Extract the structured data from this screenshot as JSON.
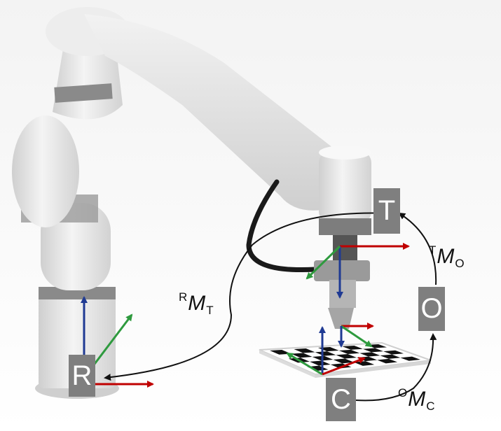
{
  "frames": {
    "robot": "R",
    "tool": "T",
    "object": "O",
    "camera": "C"
  },
  "transforms": {
    "robot_to_tool": {
      "pre": "R",
      "main": "M",
      "post": "T"
    },
    "tool_to_object": {
      "pre": "T",
      "main": "M",
      "post": "O"
    },
    "object_to_camera": {
      "pre": "O",
      "main": "M",
      "post": "C"
    }
  },
  "colors": {
    "x_axis": "#c00000",
    "y_axis": "#2e9a3e",
    "z_axis": "#1f3a93",
    "frame_box": "#7f7f7f",
    "robot_body": "#e6e6e6",
    "robot_ring": "#8a8a8a"
  }
}
